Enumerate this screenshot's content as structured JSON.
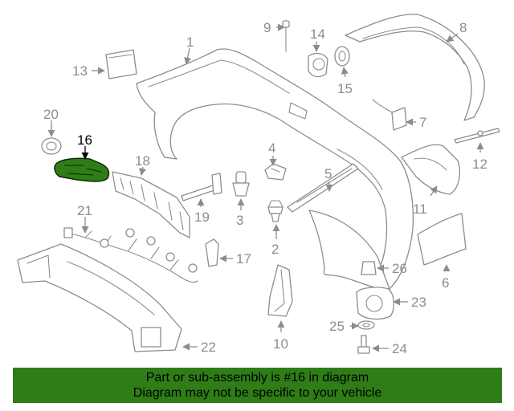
{
  "callouts": {
    "c1": "1",
    "c2": "2",
    "c3": "3",
    "c4": "4",
    "c5": "5",
    "c6": "6",
    "c7": "7",
    "c8": "8",
    "c9": "9",
    "c10": "10",
    "c11": "11",
    "c12": "12",
    "c13": "13",
    "c14": "14",
    "c15": "15",
    "c16": "16",
    "c17": "17",
    "c18": "18",
    "c19": "19",
    "c20": "20",
    "c21": "21",
    "c22": "22",
    "c23": "23",
    "c24": "24",
    "c25": "25",
    "c26": "26"
  },
  "highlighted_part": "16",
  "colors": {
    "highlight": "#2e7d17",
    "line_art": "#8a8d90",
    "banner": "#2e7d17"
  },
  "banner": {
    "line1": "Part or sub-assembly is #16 in diagram",
    "line2": "Diagram may not be specific to your vehicle"
  }
}
